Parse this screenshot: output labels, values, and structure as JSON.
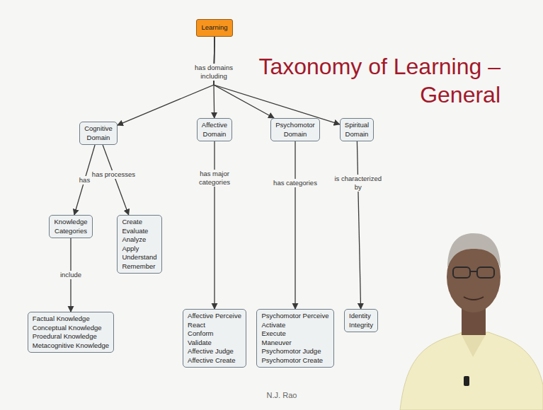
{
  "diagram": {
    "title": "Taxonomy of Learning – General",
    "nodes": [
      {
        "text": [
          "Learning"
        ]
      },
      {
        "text": [
          "Cognitive Domain"
        ]
      },
      {
        "text": [
          "Affective Domain"
        ]
      },
      {
        "text": [
          "Psychomotor Domain"
        ]
      },
      {
        "text": [
          "Spiritual Domain"
        ]
      },
      {
        "text": [
          "Knowledge Categories"
        ]
      },
      {
        "text": [
          "Create Evaluate Analyze Apply Understand Remember"
        ]
      },
      {
        "text": [
          "Affective Perceive React Conform Validate Affective Judge Affective Create"
        ]
      },
      {
        "text": [
          "Psychomotor Perceive Activate Execute Maneuver Psychomotor Judge Psychomotor Create"
        ]
      },
      {
        "text": [
          "Identity Integrity"
        ]
      },
      {
        "text": [
          "Factual Knowledge Conceptual Knowledge Proedural Knowledge Metacognitive Knowledge"
        ]
      }
    ],
    "edges": [
      {
        "from": 0,
        "to": 1,
        "label": "has domains including",
        "arrow": "to"
      },
      {
        "from": 0,
        "to": 2,
        "arrow": "to"
      },
      {
        "from": 0,
        "to": 3,
        "arrow": "to"
      },
      {
        "from": 0,
        "to": 4,
        "arrow": "to"
      },
      {
        "from": 1,
        "to": 5,
        "label": "has",
        "arrow": "to"
      },
      {
        "from": 1,
        "to": 6,
        "label": "has processes",
        "arrow": "to"
      },
      {
        "from": 2,
        "to": 7,
        "label": "has major categories",
        "arrow": "to"
      },
      {
        "from": 3,
        "to": 8,
        "label": "has categories",
        "arrow": "to"
      },
      {
        "from": 4,
        "to": 9,
        "label": "is characterized by",
        "arrow": "to"
      },
      {
        "from": 5,
        "to": 10,
        "label": "include",
        "arrow": "to"
      }
    ],
    "labels": [
      "N.J. Rao"
    ]
  }
}
